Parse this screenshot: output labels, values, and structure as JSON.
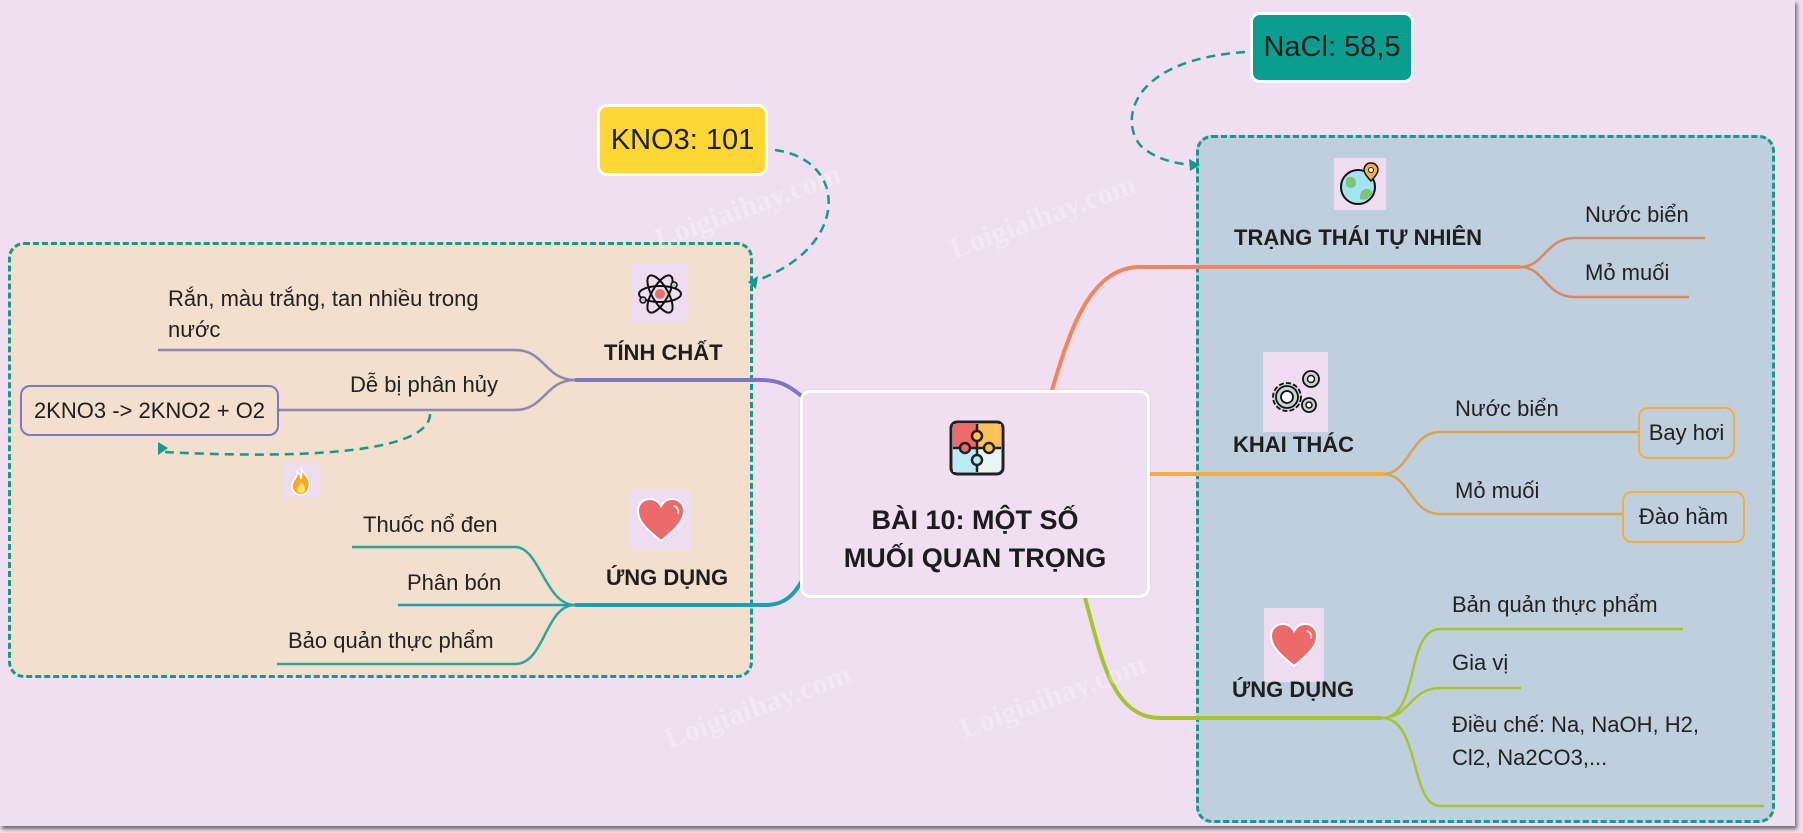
{
  "central": {
    "icon": "puzzle-icon",
    "title_line1": "BÀI 10: MỘT SỐ",
    "title_line2": "MUỐI QUAN TRỌNG"
  },
  "callouts": {
    "kno3": "KNO3: 101",
    "nacl": "NaCl: 58,5"
  },
  "left_group": {
    "properties": {
      "icon": "atom-icon",
      "label": "TÍNH CHẤT",
      "items": [
        {
          "label_line1": "Rắn, màu trắng, tan nhiều trong",
          "label_line2": "nước"
        },
        {
          "label": "Dễ bị phân hủy",
          "child": "2KNO3 -> 2KNO2 + O2",
          "child_icon": "fire-icon"
        }
      ]
    },
    "applications": {
      "icon": "heart-icon",
      "label": "ỨNG DỤNG",
      "items": [
        "Thuốc nổ đen",
        "Phân bón",
        "Bảo quản thực phẩm"
      ]
    }
  },
  "right_group": {
    "natural_state": {
      "icon": "globe-pin-icon",
      "label": "TRẠNG THÁI TỰ NHIÊN",
      "items": [
        "Nước biển",
        "Mỏ muối"
      ]
    },
    "extraction": {
      "icon": "gears-icon",
      "label": "KHAI THÁC",
      "items": [
        {
          "label": "Nước biển",
          "child": "Bay hơi"
        },
        {
          "label": "Mỏ muối",
          "child": "Đào hầm"
        }
      ]
    },
    "applications": {
      "icon": "heart-icon",
      "label": "ỨNG DỤNG",
      "items": [
        {
          "label": "Bản quản thực phẩm"
        },
        {
          "label": "Gia vị"
        },
        {
          "label_line1": "Điều chế: Na, NaOH, H2,",
          "label_line2": "Cl2, Na2CO3,..."
        }
      ]
    }
  },
  "colors": {
    "background": "#efdff0",
    "left_group_fill": "#f2dfcd",
    "right_group_fill": "#bfcfde",
    "dashed_border": "#139a8a",
    "kno3_fill": "#fdd835",
    "nacl_fill": "#0a9e8f",
    "branch_properties": "#7b77c4",
    "branch_applications_left": "#1a9fb5",
    "branch_natural": "#f5845a",
    "branch_extraction": "#f9ac3a",
    "branch_applications_right": "#a6c52c"
  },
  "watermark": "Loigiaihay.com"
}
